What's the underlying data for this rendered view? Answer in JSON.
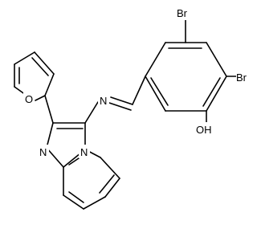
{
  "molecule": {
    "atoms": {
      "br_top": "Br",
      "br_right": "Br",
      "hydroxyl": "OH",
      "furan_oxygen": "O",
      "imine_nitrogen": "N",
      "ring_nitrogen_upper": "N",
      "ring_nitrogen_lower": "N"
    }
  }
}
